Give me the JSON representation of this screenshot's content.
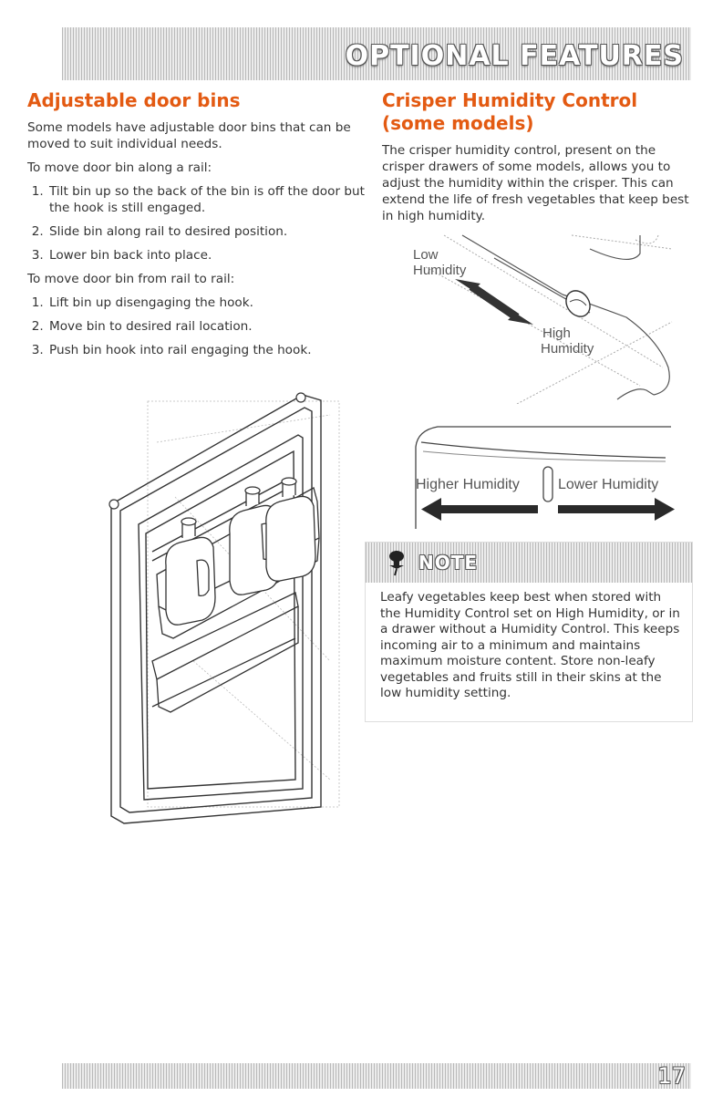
{
  "header": {
    "title": "OPTIONAL FEATURES"
  },
  "adjustable_bins": {
    "heading": "Adjustable door bins",
    "intro": "Some models have adjustable door bins that can be moved to suit individual needs.",
    "along_rail_lead": "To move door bin along a rail:",
    "along_rail_steps": [
      "Tilt bin up so the back of the bin is off the door but the hook is still engaged.",
      "Slide bin along rail to desired position.",
      "Lower bin back into place."
    ],
    "rail_to_rail_lead": "To move door bin from rail to rail:",
    "rail_to_rail_steps": [
      "Lift bin up disengaging the hook.",
      "Move bin to desired rail location.",
      "Push bin hook into rail engaging the hook."
    ]
  },
  "crisper": {
    "heading": "Crisper Humidity Control (some models)",
    "body": "The crisper humidity control, present on the crisper drawers of some models, allows you to adjust the humidity within the crisper. This can extend the life of fresh vegetables that keep best in high humidity.",
    "diagram_labels": {
      "low_line1": "Low",
      "low_line2": "Humidity",
      "high_line1": "High",
      "high_line2": "Humidity"
    },
    "slider_labels": {
      "higher": "Higher Humidity",
      "lower": "Lower Humidity"
    }
  },
  "note": {
    "title": "NOTE",
    "body": "Leafy vegetables keep best when stored with the Humidity Control set on High Humidity, or in a drawer without a Humidity Control. This keeps incoming air to a minimum and maintains maximum moisture content. Store non-leafy vegetables and fruits still in their skins at the low humidity setting."
  },
  "footer": {
    "page_number": "17"
  }
}
